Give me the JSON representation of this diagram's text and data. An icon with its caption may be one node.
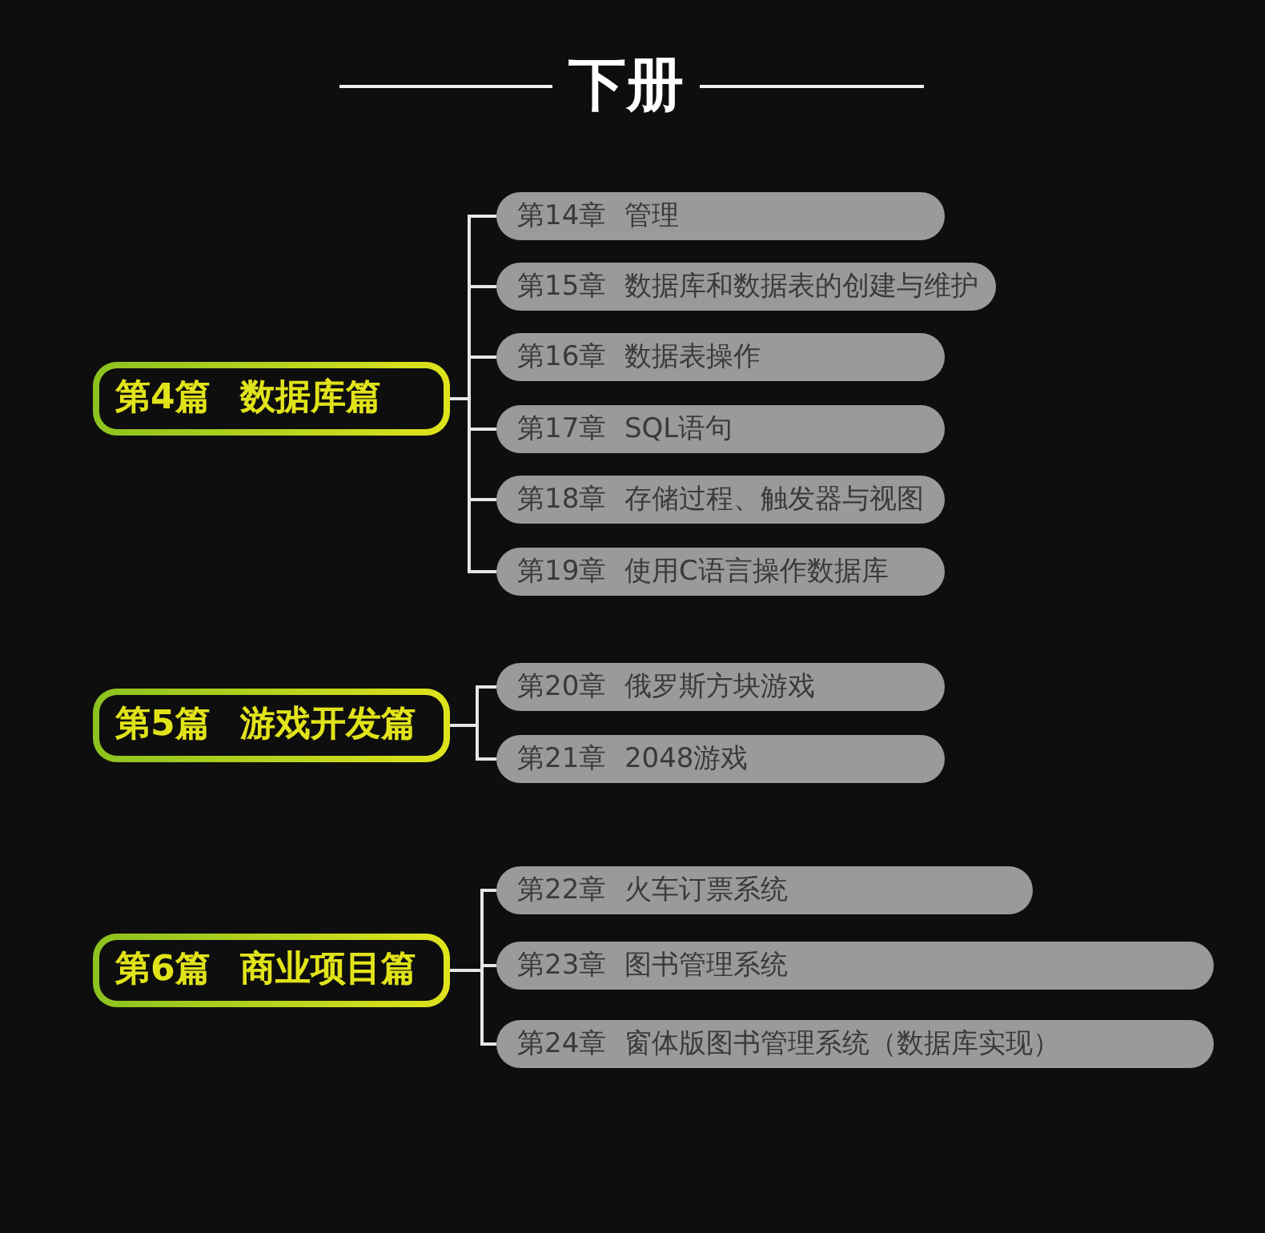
{
  "diagram": {
    "title": "下册",
    "nodes": [
      {
        "text": [
          "第4篇 数据库篇"
        ]
      },
      {
        "text": [
          "第14章 管理"
        ]
      },
      {
        "text": [
          "第15章 数据库和数据表的创建与维护"
        ]
      },
      {
        "text": [
          "第16章 数据表操作"
        ]
      },
      {
        "text": [
          "第17章 SQL语句"
        ]
      },
      {
        "text": [
          "第18章 存储过程、触发器与视图"
        ]
      },
      {
        "text": [
          "第19章 使用C语言操作数据库"
        ]
      },
      {
        "text": [
          "第5篇 游戏开发篇"
        ]
      },
      {
        "text": [
          "第20章 俄罗斯方块游戏"
        ]
      },
      {
        "text": [
          "第21章 2048游戏"
        ]
      },
      {
        "text": [
          "第6篇 商业项目篇"
        ]
      },
      {
        "text": [
          "第22章 火车订票系统"
        ]
      },
      {
        "text": [
          "第23章 图书管理系统"
        ]
      },
      {
        "text": [
          "第24章 窗体版图书管理系统（数据库实现）"
        ]
      }
    ],
    "edges": [
      {
        "from": 0,
        "to": 1,
        "arrow": "none"
      },
      {
        "from": 0,
        "to": 2,
        "arrow": "none"
      },
      {
        "from": 0,
        "to": 3,
        "arrow": "none"
      },
      {
        "from": 0,
        "to": 4,
        "arrow": "none"
      },
      {
        "from": 0,
        "to": 5,
        "arrow": "none"
      },
      {
        "from": 0,
        "to": 6,
        "arrow": "none"
      },
      {
        "from": 7,
        "to": 8,
        "arrow": "none"
      },
      {
        "from": 7,
        "to": 9,
        "arrow": "none"
      },
      {
        "from": 10,
        "to": 11,
        "arrow": "none"
      },
      {
        "from": 10,
        "to": 12,
        "arrow": "none"
      },
      {
        "from": 10,
        "to": 13,
        "arrow": "none"
      }
    ]
  }
}
